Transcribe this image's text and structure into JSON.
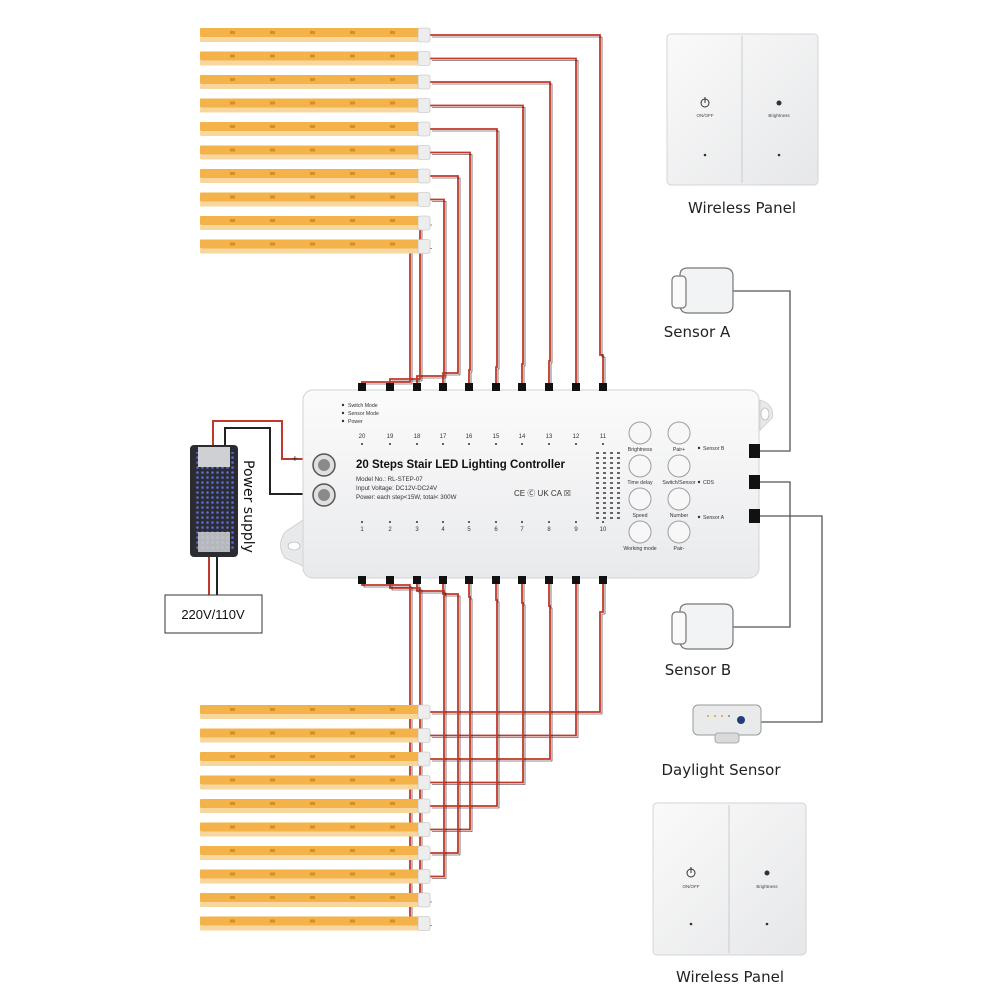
{
  "controller": {
    "title": "20 Steps Stair LED Lighting Controller",
    "model": "Model No.: RL-STEP-07",
    "input_voltage": "Input Voltage: DC12V-DC24V",
    "power": "Power: each step<15W, total< 300W",
    "certifications": "CE  Ⓒ  UK CA  ☒",
    "indicators": [
      "Switch Mode",
      "Sensor Mode",
      "Power"
    ],
    "top_channels": [
      "20",
      "19",
      "18",
      "17",
      "16",
      "15",
      "14",
      "13",
      "12",
      "11"
    ],
    "bottom_channels": [
      "1",
      "2",
      "3",
      "4",
      "5",
      "6",
      "7",
      "8",
      "9",
      "10"
    ],
    "buttons": [
      {
        "id": "brightness",
        "label": "Brightness"
      },
      {
        "id": "pair-plus",
        "label": "Pair+"
      },
      {
        "id": "time-delay",
        "label": "Time delay"
      },
      {
        "id": "switch-sensor",
        "label": "Switch/Sensor"
      },
      {
        "id": "speed",
        "label": "Speed"
      },
      {
        "id": "number",
        "label": "Number"
      },
      {
        "id": "working-mode",
        "label": "Working mode"
      },
      {
        "id": "pair-minus",
        "label": "Pair-"
      }
    ],
    "ports": [
      "Sensor B",
      "CDS",
      "Sensor A"
    ],
    "terminal_plus": "+",
    "terminal_minus": "−"
  },
  "power_supply": {
    "label": "Power supply",
    "mains": "220V/110V"
  },
  "devices": {
    "wireless_panel_top": "Wireless Panel",
    "wireless_panel_bottom": "Wireless Panel",
    "sensor_a": "Sensor A",
    "sensor_b": "Sensor B",
    "daylight_sensor": "Daylight Sensor",
    "panel_on_off": "ON/OFF",
    "panel_brightness": "Brightness"
  },
  "colors": {
    "led_strip": "#f3b24a",
    "wire_red": "#c0392b",
    "wire_dark": "#3a1a1a",
    "controller_body": "#f4f5f6"
  }
}
